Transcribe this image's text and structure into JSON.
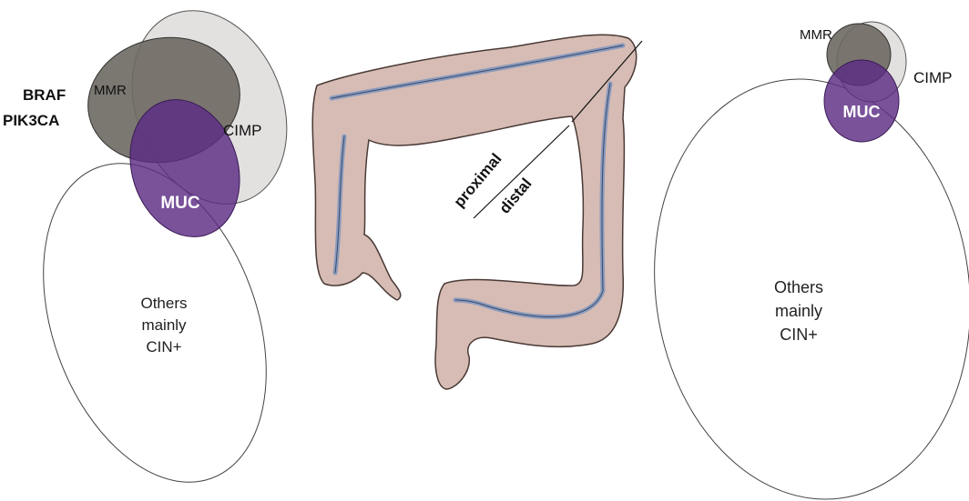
{
  "left_panel": {
    "gene_labels": [
      "BRAF",
      "PIK3CA"
    ],
    "mmr_label": "MMR",
    "cimp_label": "CIMP",
    "muc_label": "MUC",
    "others_lines": [
      "Others",
      "mainly",
      "CIN+"
    ]
  },
  "colon": {
    "proximal_label": "proximal",
    "distal_label": "distal"
  },
  "right_panel": {
    "mmr_label": "MMR",
    "cimp_label": "CIMP",
    "muc_label": "MUC",
    "others_lines": [
      "Others",
      "mainly",
      "CIN+"
    ]
  },
  "colors": {
    "mmr_fill": "#6d6862",
    "cimp_fill": "#dedcdb",
    "muc_fill": "#5b2c84",
    "colon_fill": "#d6bcb4",
    "colon_stroke": "#4a3a36",
    "lumen": "#8a9bbf"
  }
}
